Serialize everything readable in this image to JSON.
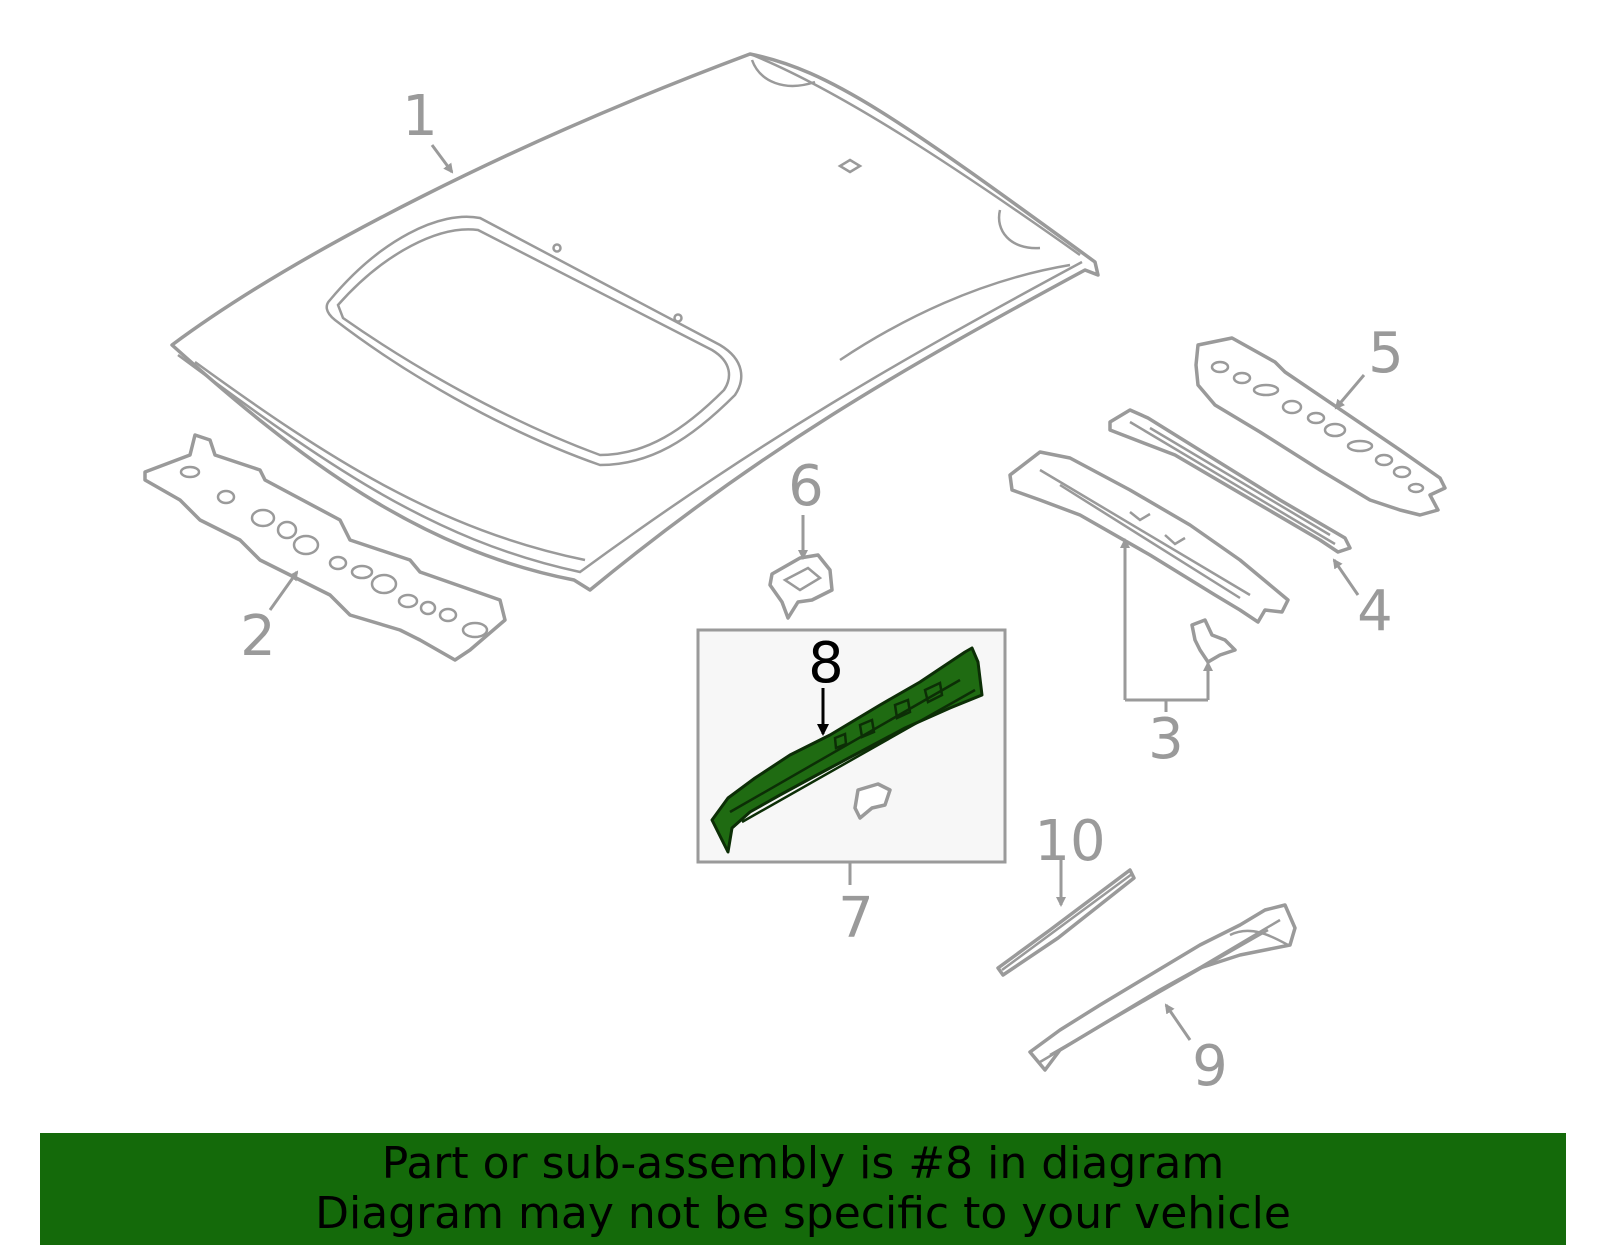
{
  "diagram": {
    "callouts": [
      {
        "id": "1",
        "label": "1"
      },
      {
        "id": "2",
        "label": "2"
      },
      {
        "id": "3",
        "label": "3"
      },
      {
        "id": "4",
        "label": "4"
      },
      {
        "id": "5",
        "label": "5"
      },
      {
        "id": "6",
        "label": "6"
      },
      {
        "id": "7",
        "label": "7"
      },
      {
        "id": "8",
        "label": "8"
      },
      {
        "id": "9",
        "label": "9"
      },
      {
        "id": "10",
        "label": "10"
      }
    ],
    "highlighted_part": "8",
    "colors": {
      "line": "#9a9a9a",
      "highlight_fill": "#1f6b12",
      "inset_background": "#f7f7f7",
      "banner": "#146a0a"
    }
  },
  "banner": {
    "line1": "Part or sub-assembly is #8 in diagram",
    "line2": "Diagram may not be specific to your vehicle"
  }
}
